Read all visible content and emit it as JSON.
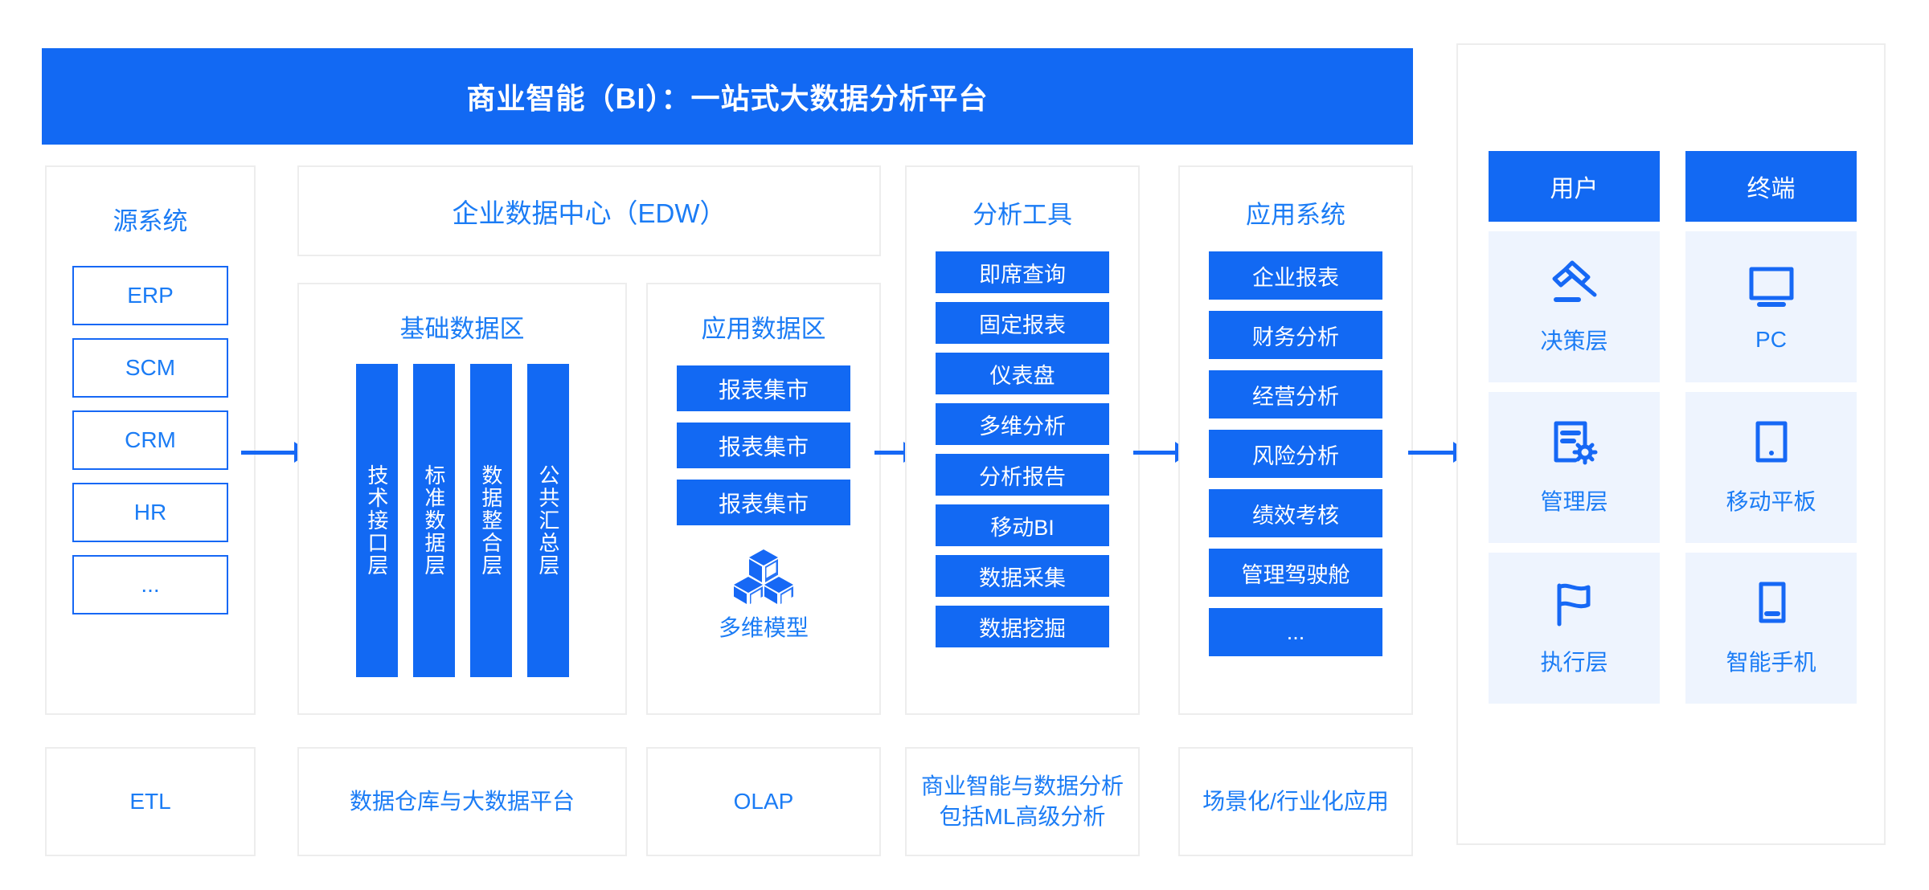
{
  "banner": {
    "title": "商业智能（BI）：一站式大数据分析平台",
    "accent_color": "#1269f3"
  },
  "source_systems": {
    "title": "源系统",
    "items": [
      {
        "label": "ERP"
      },
      {
        "label": "SCM"
      },
      {
        "label": "CRM"
      },
      {
        "label": "HR"
      },
      {
        "label": "..."
      }
    ]
  },
  "edw": {
    "title": "企业数据中心（EDW）",
    "basic_zone": {
      "title": "基础数据区",
      "pillars": [
        {
          "label": "技术接口层"
        },
        {
          "label": "标准数据层"
        },
        {
          "label": "数据整合层"
        },
        {
          "label": "公共汇总层"
        }
      ]
    },
    "app_zone": {
      "title": "应用数据区",
      "marts": [
        {
          "label": "报表集市"
        },
        {
          "label": "报表集市"
        },
        {
          "label": "报表集市"
        }
      ],
      "model_icon": "cubes-icon",
      "model_label": "多维模型"
    }
  },
  "analysis_tools": {
    "title": "分析工具",
    "items": [
      {
        "label": "即席查询"
      },
      {
        "label": "固定报表"
      },
      {
        "label": "仪表盘"
      },
      {
        "label": "多维分析"
      },
      {
        "label": "分析报告"
      },
      {
        "label": "移动BI"
      },
      {
        "label": "数据采集"
      },
      {
        "label": "数据挖掘"
      }
    ]
  },
  "application_systems": {
    "title": "应用系统",
    "items": [
      {
        "label": "企业报表"
      },
      {
        "label": "财务分析"
      },
      {
        "label": "经营分析"
      },
      {
        "label": "风险分析"
      },
      {
        "label": "绩效考核"
      },
      {
        "label": "管理驾驶舱"
      },
      {
        "label": "..."
      }
    ]
  },
  "audience": {
    "user_header": "用户",
    "terminal_header": "终端",
    "users": [
      {
        "label": "决策层",
        "icon": "gavel-icon"
      },
      {
        "label": "管理层",
        "icon": "document-gear-icon"
      },
      {
        "label": "执行层",
        "icon": "flag-icon"
      }
    ],
    "terminals": [
      {
        "label": "PC",
        "icon": "monitor-icon"
      },
      {
        "label": "移动平板",
        "icon": "tablet-icon"
      },
      {
        "label": "智能手机",
        "icon": "smartphone-icon"
      }
    ]
  },
  "captions": {
    "etl": "ETL",
    "datawarehouse": "数据仓库与大数据平台",
    "olap": "OLAP",
    "bi_line1": "商业智能与数据分析",
    "bi_line2": "包括ML高级分析",
    "scenario": "场景化/行业化应用"
  }
}
